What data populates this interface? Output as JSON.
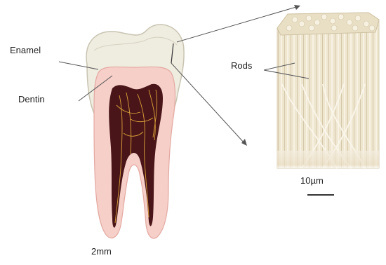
{
  "labels": {
    "enamel": "Enamel",
    "dentin": "Dentin",
    "rods": "Rods",
    "scale_micro": "10µm",
    "scale_tooth": "2mm"
  },
  "colors": {
    "enamel": "#efece0",
    "enamel_edge": "#c9c4b2",
    "dentin": "#f5cfc8",
    "dentin_edge": "#e3a9a2",
    "pulp": "#4a1518",
    "nerve": "#d9a23a",
    "rods": "#ede4cc",
    "rod_edge": "#cfc3a3",
    "line": "#555555"
  }
}
